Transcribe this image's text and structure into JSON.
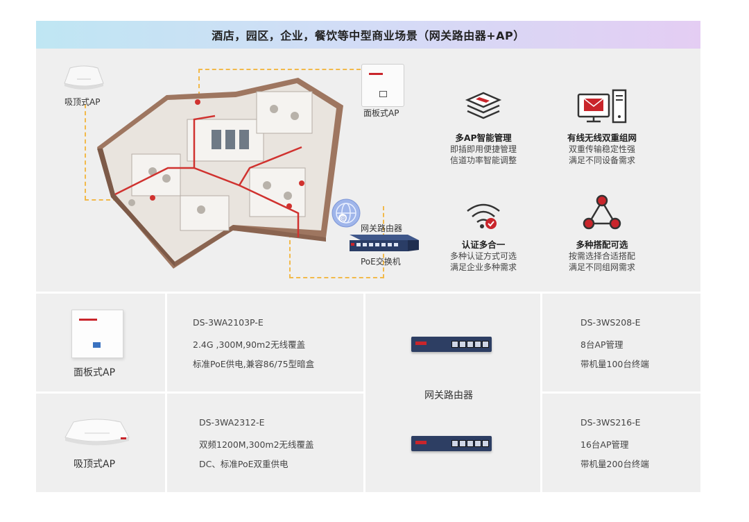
{
  "banner": {
    "title": "酒店，园区，企业，餐饮等中型商业场景（网关路由器+AP）"
  },
  "diagram": {
    "ceiling_ap_label": "吸顶式AP",
    "panel_ap_label": "面板式AP",
    "gateway_label": "网关路由器",
    "poe_label": "PoE交换机"
  },
  "features": [
    {
      "icon": "layers-icon",
      "title": "多AP智能管理",
      "lines": [
        "即插即用便捷管理",
        "信道功率智能调整"
      ]
    },
    {
      "icon": "computer-mail-icon",
      "title": "有线无线双重组网",
      "lines": [
        "双重传输稳定性强",
        "满足不同设备需求"
      ]
    },
    {
      "icon": "wifi-check-icon",
      "title": "认证多合一",
      "lines": [
        "多种认证方式可选",
        "满足企业多种需求"
      ]
    },
    {
      "icon": "network-triangle-icon",
      "title": "多种搭配可选",
      "lines": [
        "按需选择合适搭配",
        "满足不同组网需求"
      ]
    }
  ],
  "products": {
    "panel_ap": {
      "caption": "面板式AP",
      "model": "DS-3WA2103P-E",
      "spec1": "2.4G ,300M,90m2无线覆盖",
      "spec2": "标准PoE供电,兼容86/75型暗盒"
    },
    "ceiling_ap": {
      "caption": "吸顶式AP",
      "model": "DS-3WA2312-E",
      "spec1": "双频1200M,300m2无线覆盖",
      "spec2": "DC、标准PoE双重供电"
    },
    "router_caption": "网关路由器",
    "router1": {
      "model": "DS-3WS208-E",
      "spec1": "8台AP管理",
      "spec2": "带机量100台终端"
    },
    "router2": {
      "model": "DS-3WS216-E",
      "spec1": "16台AP管理",
      "spec2": "带机量200台终端"
    }
  },
  "colors": {
    "accent_red": "#c9252b",
    "banner_start": "#bfe6f3",
    "banner_end": "#e4cdf3",
    "dashed_line": "#f2b94a"
  }
}
